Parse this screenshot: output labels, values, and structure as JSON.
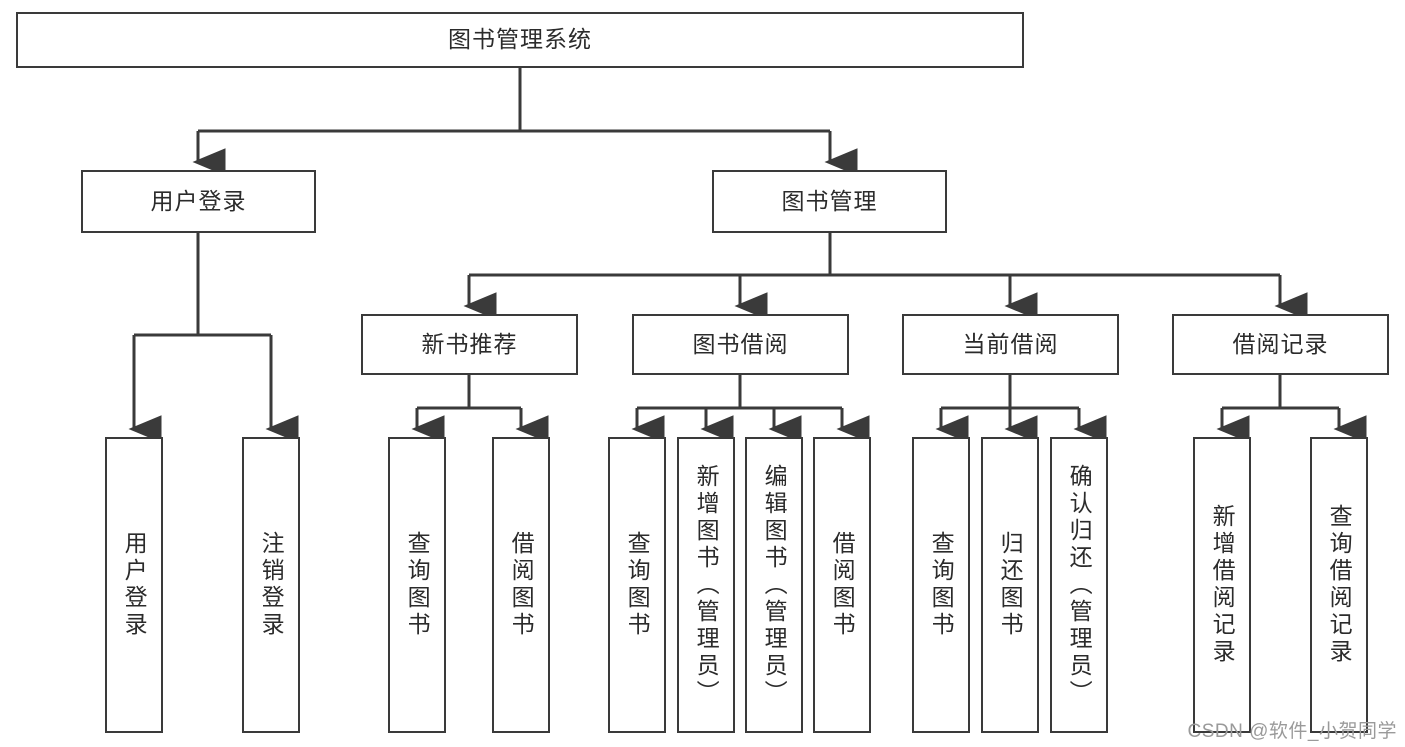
{
  "diagram": {
    "title": "图书管理系统",
    "type": "tree-hierarchy-chart",
    "colors": {
      "box_border": "#3a3a3a",
      "box_fill": "#ffffff",
      "edge": "#3a3a3a",
      "text": "#2b2b2b",
      "watermark": "#9a9a9a"
    },
    "watermark": "CSDN @软件_小贺同学"
  },
  "nodes": {
    "root": {
      "label": "图书管理系统"
    },
    "level2": [
      {
        "id": "user-login",
        "label": "用户登录"
      },
      {
        "id": "book-management",
        "label": "图书管理"
      }
    ],
    "level3": [
      {
        "id": "new-book-recommend",
        "label": "新书推荐"
      },
      {
        "id": "book-borrow",
        "label": "图书借阅"
      },
      {
        "id": "current-borrow",
        "label": "当前借阅"
      },
      {
        "id": "borrow-record",
        "label": "借阅记录"
      }
    ],
    "leaves": {
      "user-login": [
        {
          "id": "leaf-user-login",
          "label": "用户登录"
        },
        {
          "id": "leaf-logout",
          "label": "注销登录"
        }
      ],
      "new-book-recommend": [
        {
          "id": "leaf-query-book-1",
          "label": "查询图书"
        },
        {
          "id": "leaf-borrow-book-1",
          "label": "借阅图书"
        }
      ],
      "book-borrow": [
        {
          "id": "leaf-query-book-2",
          "label": "查询图书"
        },
        {
          "id": "leaf-add-book",
          "label": "新增图书（管理员）"
        },
        {
          "id": "leaf-edit-book",
          "label": "编辑图书（管理员）"
        },
        {
          "id": "leaf-borrow-book-2",
          "label": "借阅图书"
        }
      ],
      "current-borrow": [
        {
          "id": "leaf-query-book-3",
          "label": "查询图书"
        },
        {
          "id": "leaf-return-book",
          "label": "归还图书"
        },
        {
          "id": "leaf-confirm-return",
          "label": "确认归还（管理员）"
        }
      ],
      "borrow-record": [
        {
          "id": "leaf-add-record",
          "label": "新增借阅记录"
        },
        {
          "id": "leaf-query-record",
          "label": "查询借阅记录"
        }
      ]
    }
  }
}
